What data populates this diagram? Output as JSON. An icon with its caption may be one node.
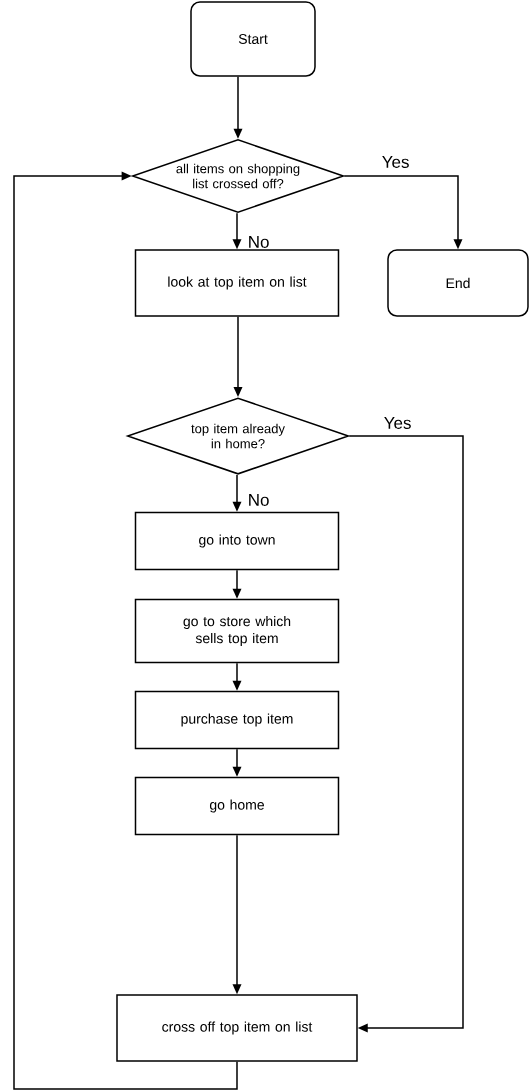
{
  "diagram": {
    "nodes": [
      {
        "text": [
          "Start"
        ]
      },
      {
        "text": [
          "all items on shopping list crossed off?"
        ]
      },
      {
        "text": [
          "look at top item on list"
        ]
      },
      {
        "text": [
          "End"
        ]
      },
      {
        "text": [
          "top item already in home?"
        ]
      },
      {
        "text": [
          "go into town"
        ]
      },
      {
        "text": [
          "go to store which sells top item"
        ]
      },
      {
        "text": [
          "purchase top item"
        ]
      },
      {
        "text": [
          "go home"
        ]
      },
      {
        "text": [
          "cross off top item on list"
        ]
      }
    ],
    "edges": [
      {
        "from": 0,
        "to": 1,
        "arrow": "to"
      },
      {
        "from": 1,
        "to": 2,
        "arrow": "to",
        "label": "No"
      },
      {
        "from": 1,
        "to": 3,
        "arrow": "to",
        "label": "Yes"
      },
      {
        "from": 2,
        "to": 4,
        "arrow": "to"
      },
      {
        "from": 4,
        "to": 5,
        "arrow": "to",
        "label": "No"
      },
      {
        "from": 4,
        "to": 9,
        "arrow": "to",
        "label": "Yes"
      },
      {
        "from": 5,
        "to": 6,
        "arrow": "to"
      },
      {
        "from": 6,
        "to": 7,
        "arrow": "to"
      },
      {
        "from": 7,
        "to": 8,
        "arrow": "to"
      },
      {
        "from": 8,
        "to": 9,
        "arrow": "to"
      },
      {
        "from": 9,
        "to": 1,
        "arrow": "to"
      }
    ]
  }
}
